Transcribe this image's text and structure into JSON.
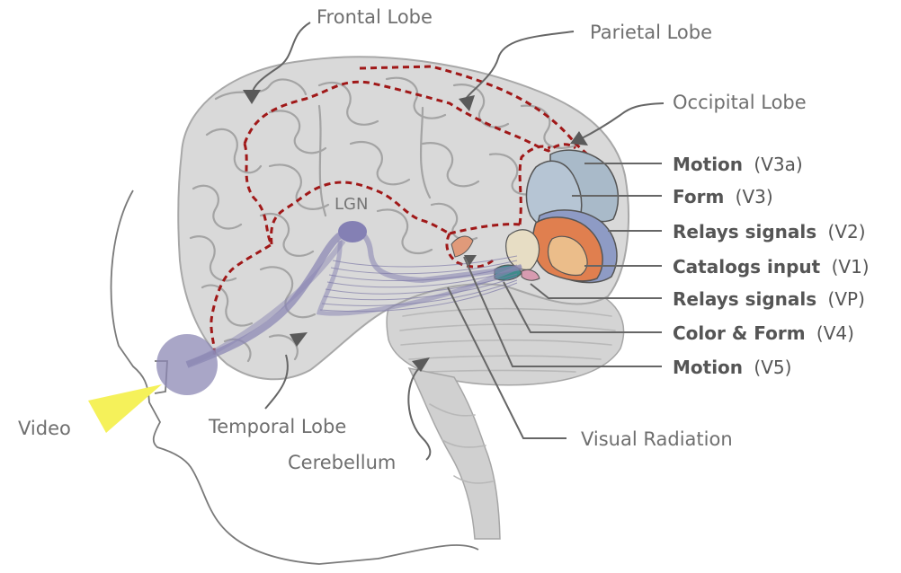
{
  "lobes": {
    "frontal": "Frontal Lobe",
    "parietal": "Parietal Lobe",
    "occipital": "Occipital Lobe",
    "temporal": "Temporal Lobe",
    "cerebellum": "Cerebellum"
  },
  "pathway": {
    "lgn": "LGN",
    "video": "Video",
    "visual_radiation": "Visual Radiation"
  },
  "visual_areas": [
    {
      "function": "Motion",
      "area": "(V3a)"
    },
    {
      "function": "Form",
      "area": "(V3)"
    },
    {
      "function": "Relays signals",
      "area": "(V2)"
    },
    {
      "function": "Catalogs input",
      "area": "(V1)"
    },
    {
      "function": "Relays signals",
      "area": "(VP)"
    },
    {
      "function": "Color & Form",
      "area": "(V4)"
    },
    {
      "function": "Motion",
      "area": "(V5)"
    }
  ],
  "colors": {
    "brain": "#d8d8d8",
    "lobe_border": "#a01818",
    "visual_pathway": "#8c88b4",
    "video_beam": "#f5f15a",
    "v3a": "#a9bac9",
    "v3": "#b6c5d4",
    "v2": "#8e9bc5",
    "v1_outer": "#e07f4f",
    "v1_inner": "#ebbd8a",
    "vp": "#e7ddc4",
    "v4": "#3e8b8b",
    "v5": "#e09a7a"
  }
}
